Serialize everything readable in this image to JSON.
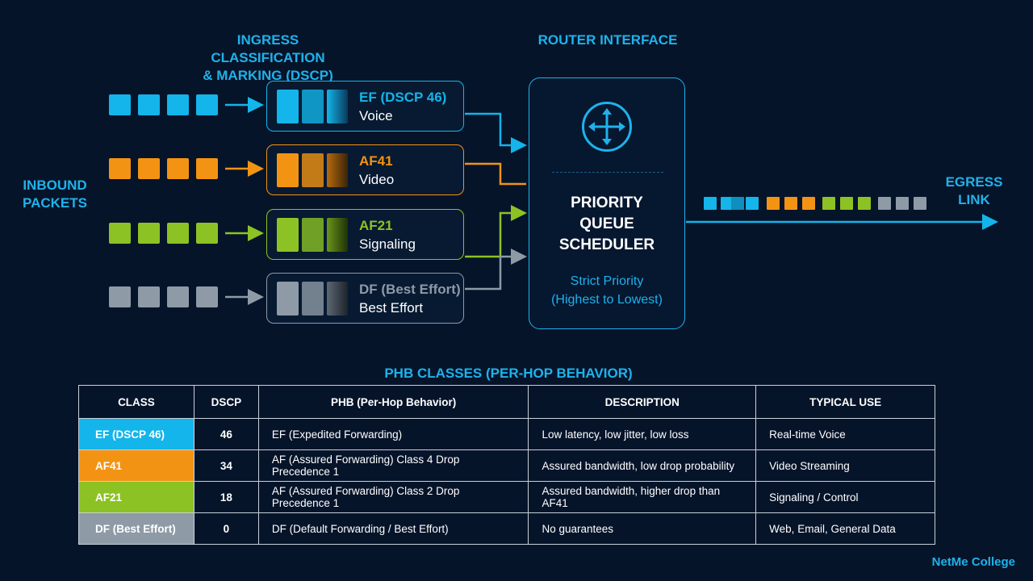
{
  "headings": {
    "ingress": "INGRESS CLASSIFICATION\n& MARKING (DSCP)",
    "router": "ROUTER INTERFACE",
    "inbound": "INBOUND\nPACKETS",
    "egress": "EGRESS\nLINK",
    "table_title": "PHB CLASSES (PER-HOP BEHAVIOR)"
  },
  "classes": [
    {
      "name": "EF (DSCP 46)",
      "use": "Voice",
      "color": "#13b5ea"
    },
    {
      "name": "AF41",
      "use": "Video",
      "color": "#f39313"
    },
    {
      "name": "AF21",
      "use": "Signaling",
      "color": "#8cc224"
    },
    {
      "name": "DF (Best Effort)",
      "use": "Best Effort",
      "color": "#8e9aa6"
    }
  ],
  "router": {
    "icon": "router-icon",
    "title": "PRIORITY\nQUEUE\nSCHEDULER",
    "subtitle": "Strict Priority\n(Highest to Lowest)"
  },
  "table": {
    "headers": [
      "CLASS",
      "DSCP",
      "PHB (Per-Hop Behavior)",
      "DESCRIPTION",
      "TYPICAL USE"
    ],
    "rows": [
      {
        "cls": "EF (DSCP 46)",
        "dscp": "46",
        "phb": "EF (Expedited Forwarding)",
        "desc": "Low latency, low jitter, low loss",
        "use": "Real-time Voice",
        "color": "#13b5ea"
      },
      {
        "cls": "AF41",
        "dscp": "34",
        "phb": "AF (Assured Forwarding) Class 4 Drop Precedence 1",
        "desc": "Assured bandwidth, low drop probability",
        "use": "Video Streaming",
        "color": "#f39313"
      },
      {
        "cls": "AF21",
        "dscp": "18",
        "phb": "AF (Assured Forwarding) Class 2 Drop Precedence 1",
        "desc": "Assured bandwidth, higher drop than AF41",
        "use": "Signaling / Control",
        "color": "#8cc224"
      },
      {
        "cls": "DF (Best Effort)",
        "dscp": "0",
        "phb": "DF (Default Forwarding / Best Effort)",
        "desc": "No guarantees",
        "use": "Web, Email, General Data",
        "color": "#8e9aa6"
      }
    ]
  },
  "brand": "NetMe College"
}
